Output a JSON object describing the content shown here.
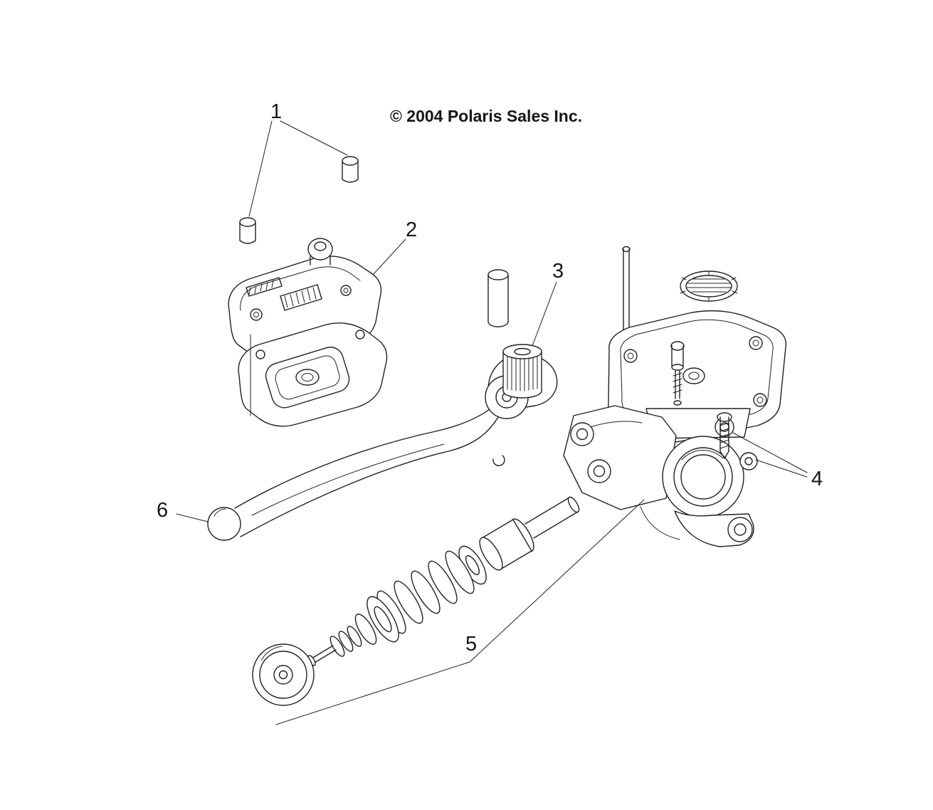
{
  "diagram": {
    "copyright": "© 2004 Polaris Sales Inc.",
    "callouts": [
      {
        "label": "1"
      },
      {
        "label": "2"
      },
      {
        "label": "3"
      },
      {
        "label": "4"
      },
      {
        "label": "5"
      },
      {
        "label": "6"
      }
    ],
    "colors": {
      "background": "#ffffff",
      "line": "#231f20",
      "text": "#161616"
    }
  }
}
